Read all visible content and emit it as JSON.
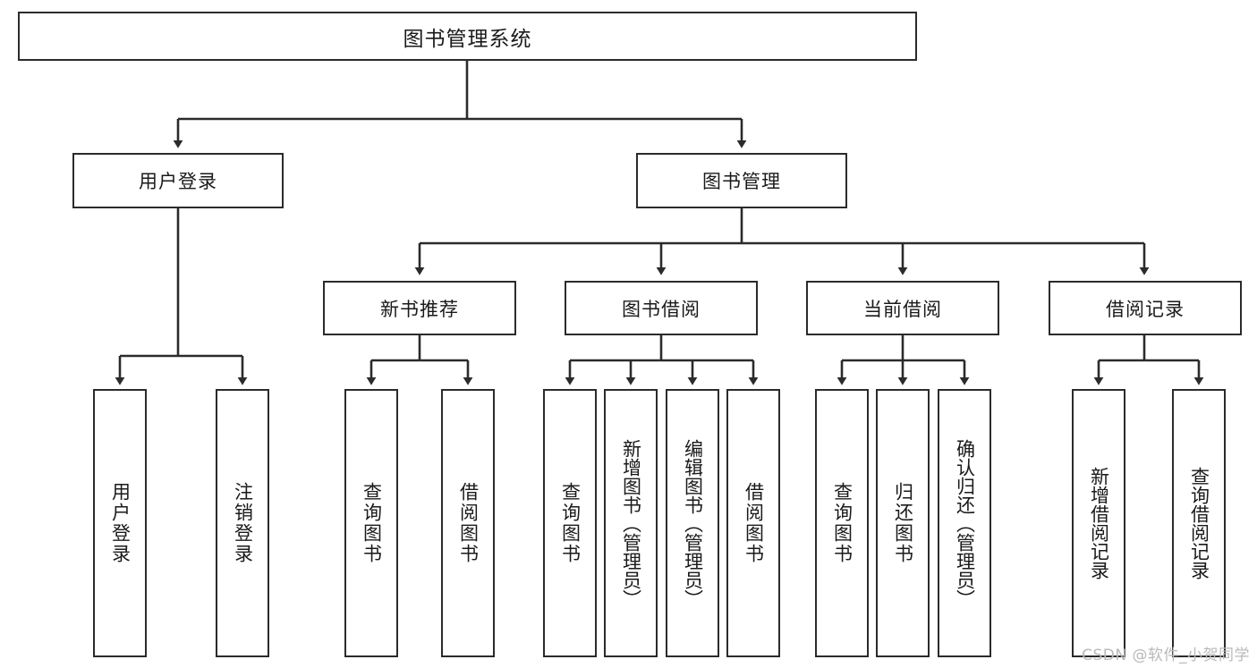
{
  "diagram": {
    "type": "tree-hierarchy",
    "title": "图书管理系统",
    "watermark": "CSDN @软件_小贺同学",
    "colors": {
      "box_border": "#2b2b2b",
      "box_fill": "#ffffff",
      "connector": "#2b2b2b",
      "watermark": "#b9b9b9",
      "background": "#ffffff"
    },
    "levels": {
      "root": {
        "label": "图书管理系统"
      },
      "level1": [
        {
          "label": "用户登录"
        },
        {
          "label": "图书管理"
        }
      ],
      "level2": [
        {
          "label": "新书推荐"
        },
        {
          "label": "图书借阅"
        },
        {
          "label": "当前借阅"
        },
        {
          "label": "借阅记录"
        }
      ],
      "leaves": {
        "user_login": [
          {
            "label": "用户登录"
          },
          {
            "label": "注销登录"
          }
        ],
        "new_book_rec": [
          {
            "label": "查询图书"
          },
          {
            "label": "借阅图书"
          }
        ],
        "book_borrow": [
          {
            "label": "查询图书"
          },
          {
            "label": "新增图书（管理员）"
          },
          {
            "label": "编辑图书（管理员）"
          },
          {
            "label": "借阅图书"
          }
        ],
        "current_borrow": [
          {
            "label": "查询图书"
          },
          {
            "label": "归还图书"
          },
          {
            "label": "确认归还（管理员）"
          }
        ],
        "borrow_record": [
          {
            "label": "新增借阅记录"
          },
          {
            "label": "查询借阅记录"
          }
        ]
      }
    }
  }
}
